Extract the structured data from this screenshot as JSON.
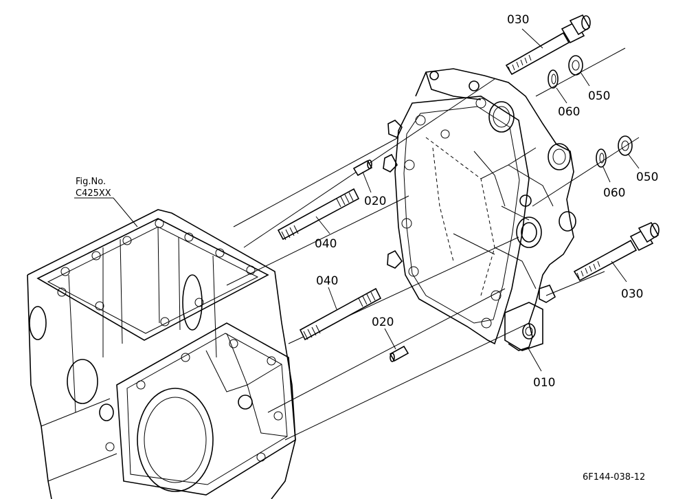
{
  "figure_ref": {
    "line1": "Fig.No.",
    "line2": "C425XX"
  },
  "drawing_code": "6F144-038-12",
  "callouts": [
    {
      "id": "c030a",
      "text": "030"
    },
    {
      "id": "c050a",
      "text": "050"
    },
    {
      "id": "c060a",
      "text": "060"
    },
    {
      "id": "c060b",
      "text": "060"
    },
    {
      "id": "c050b",
      "text": "050"
    },
    {
      "id": "c020a",
      "text": "020"
    },
    {
      "id": "c040a",
      "text": "040"
    },
    {
      "id": "c040b",
      "text": "040"
    },
    {
      "id": "c020b",
      "text": "020"
    },
    {
      "id": "c030b",
      "text": "030"
    },
    {
      "id": "c010",
      "text": "010"
    }
  ]
}
